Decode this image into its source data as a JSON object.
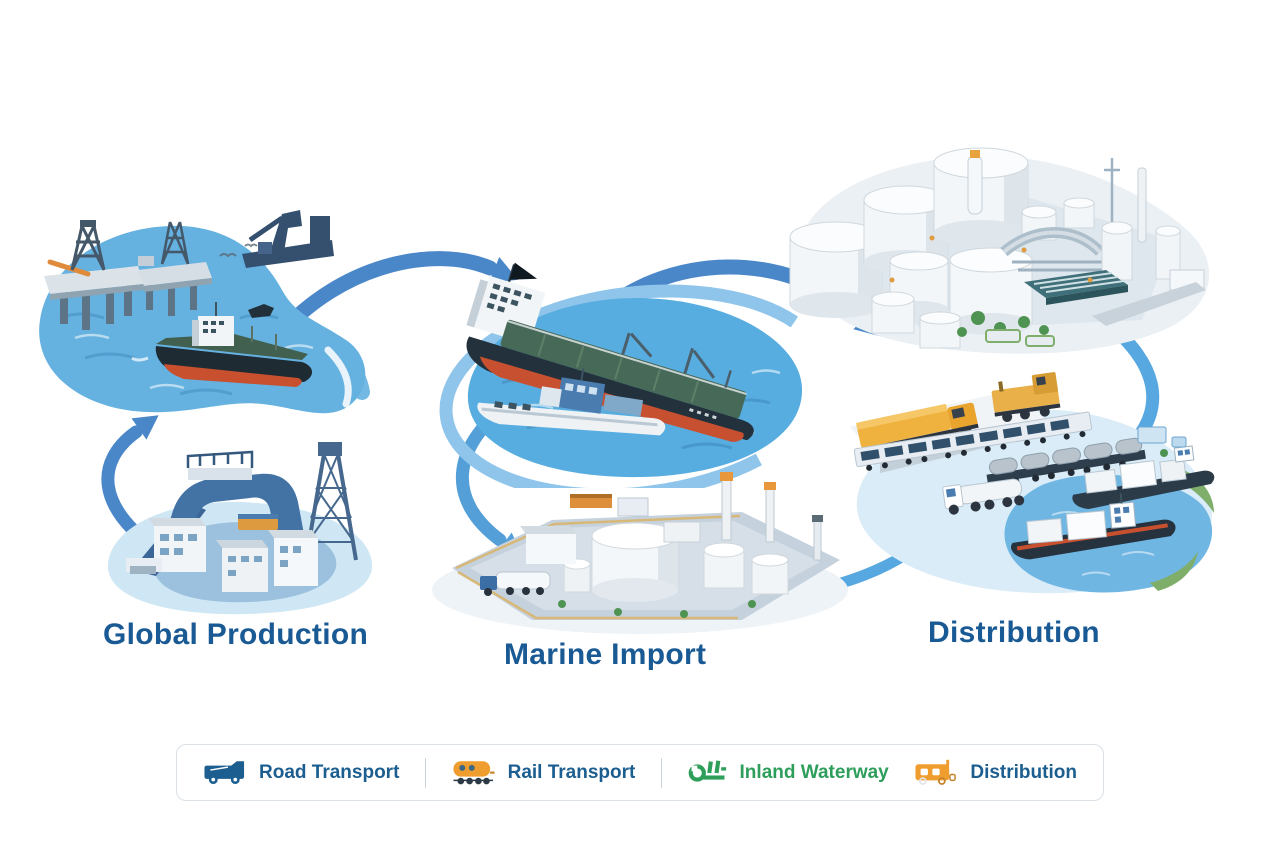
{
  "stages": [
    {
      "label": "Global Production"
    },
    {
      "label": "Marine Import"
    },
    {
      "label": "Distribution"
    }
  ],
  "legend": {
    "items": [
      {
        "label": "Road Transport",
        "icon": "road-truck-icon",
        "color": "#1b5e8f"
      },
      {
        "label": "Rail Transport",
        "icon": "rail-tank-car-icon",
        "color": "#1b5e8f"
      },
      {
        "label": "Inland Waterway",
        "icon": "inland-barge-icon",
        "color": "#2e9e5b"
      },
      {
        "label": "Distribution",
        "icon": "delivery-van-icon",
        "color": "#1b5e8f"
      }
    ]
  },
  "colors": {
    "title_text": "#1a5a94",
    "arrow_blue": "#4a87c9",
    "arrow_light_blue": "#57a8e0",
    "water_blue": "#58ade0",
    "pale_water": "#cfe7f5",
    "legend_green": "#2e9e5b",
    "legend_orange": "#f09d2f"
  }
}
